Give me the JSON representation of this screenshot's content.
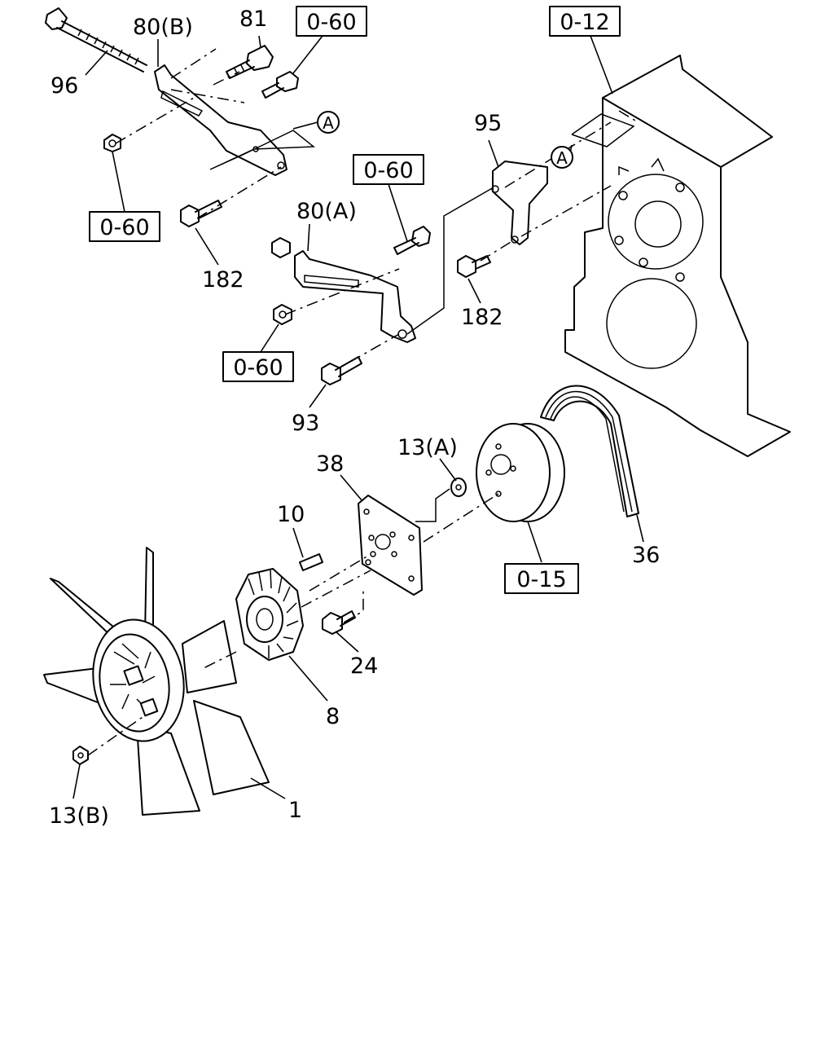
{
  "diagram": {
    "part_labels": {
      "p96": "96",
      "p80b": "80(B)",
      "p81": "81",
      "p182_top": "182",
      "p80a": "80(A)",
      "p95": "95",
      "p182_mid": "182",
      "p93": "93",
      "p38": "38",
      "p13a": "13(A)",
      "p10": "10",
      "p36": "36",
      "p24": "24",
      "p8": "8",
      "p13b": "13(B)",
      "p1": "1"
    },
    "ref_labels": {
      "r060_top": "0-60",
      "r012": "0-12",
      "r060_left": "0-60",
      "r060_mid": "0-60",
      "r060_lower": "0-60",
      "r015": "0-15"
    },
    "callouts": {
      "a1": "A",
      "a2": "A"
    }
  }
}
